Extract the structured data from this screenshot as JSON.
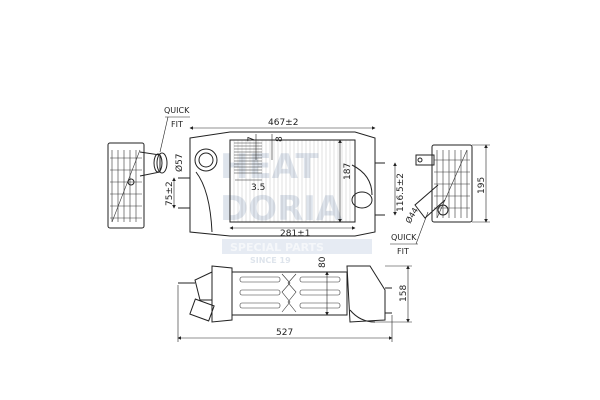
{
  "watermark": {
    "brand_line1": "HEAT",
    "brand_line2": "DORIA",
    "tagline": "SPECIAL PARTS",
    "since": "SINCE 19"
  },
  "labels": {
    "quick_fit_left": {
      "line1": "QUICK",
      "line2": "FIT"
    },
    "quick_fit_right": {
      "line1": "QUICK",
      "line2": "FIT"
    },
    "overall_width": "467±2",
    "core_width": "281±1",
    "core_height": "187",
    "fin_dim_a": "7",
    "fin_dim_b": "8",
    "fin_pitch": "3.5",
    "left_inlet_dia": "Ø57",
    "left_pipe_spacing": "75±2",
    "right_pipe_spacing": "116.5±2",
    "right_outlet_dia": "Ø44",
    "side_height": "195",
    "depth_core": "80",
    "depth_overall": "158",
    "overall_length": "527"
  },
  "colors": {
    "line": "#222222",
    "watermark": "#c9d3e0"
  }
}
